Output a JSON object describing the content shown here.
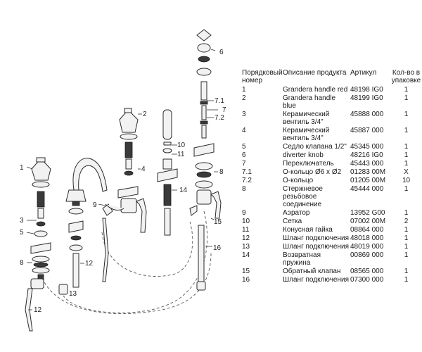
{
  "diagram": {
    "callouts": [
      "1",
      "2",
      "3",
      "4",
      "5",
      "6",
      "7",
      "7.1",
      "7.2",
      "8",
      "8",
      "9",
      "10",
      "11",
      "12",
      "12",
      "13",
      "14",
      "15",
      "16"
    ]
  },
  "table": {
    "headers": {
      "number": "Порядковый номер",
      "description": "Описание продукта",
      "article": "Артикул",
      "quantity": "Кол-во в упаковке"
    },
    "rows": [
      {
        "no": "1",
        "desc": "Grandera handle red",
        "art": "48198 IG0",
        "qty": "1"
      },
      {
        "no": "2",
        "desc": "Grandera handle blue",
        "art": "48199 IG0",
        "qty": "1"
      },
      {
        "no": "3",
        "desc": "Керамический вентиль 3/4\"",
        "art": "45888 000",
        "qty": "1"
      },
      {
        "no": "4",
        "desc": "Керамический вентиль 3/4\"",
        "art": "45887 000",
        "qty": "1"
      },
      {
        "no": "5",
        "desc": "Седло клапана 1/2\"",
        "art": "45345 000",
        "qty": "1"
      },
      {
        "no": "6",
        "desc": "diverter knob",
        "art": "48216 IG0",
        "qty": "1"
      },
      {
        "no": "7",
        "desc": "Переключатель",
        "art": "45443 000",
        "qty": "1"
      },
      {
        "no": "7.1",
        "desc": "О-кольцо Ø6 x Ø2",
        "art": "01283 00M",
        "qty": "X"
      },
      {
        "no": "7.2",
        "desc": "О-кольцо",
        "art": "01205 00M",
        "qty": "10"
      },
      {
        "no": "8",
        "desc": "Стержневое резьбовое соединение",
        "art": "45444 000",
        "qty": "1"
      },
      {
        "no": "9",
        "desc": "Аэратор",
        "art": "13952 G00",
        "qty": "1"
      },
      {
        "no": "10",
        "desc": "Сетка",
        "art": "07002 00M",
        "qty": "2"
      },
      {
        "no": "11",
        "desc": "Конусная гайка",
        "art": "08864 000",
        "qty": "1"
      },
      {
        "no": "12",
        "desc": "Шланг подключения",
        "art": "48018 000",
        "qty": "1"
      },
      {
        "no": "13",
        "desc": "Шланг подключения",
        "art": "48019 000",
        "qty": "1"
      },
      {
        "no": "14",
        "desc": "Возвратная пружина",
        "art": "00869 000",
        "qty": "1"
      },
      {
        "no": "15",
        "desc": "Обратный клапан",
        "art": "08565 000",
        "qty": "1"
      },
      {
        "no": "16",
        "desc": "Шланг подключения",
        "art": "07300 000",
        "qty": "1"
      }
    ]
  }
}
